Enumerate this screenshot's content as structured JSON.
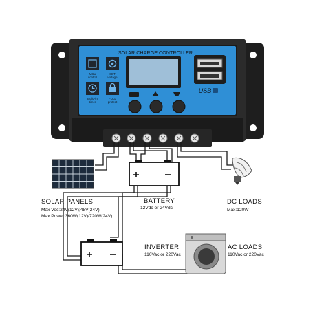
{
  "controller": {
    "title": "SOLAR CHARGE CONTROLLER",
    "btn_mcu": [
      "MCU",
      "control"
    ],
    "btn_set": [
      "SET",
      "voltage"
    ],
    "btn_timer": [
      "Build-in",
      "timer"
    ],
    "btn_full": [
      "FULL",
      "protect"
    ],
    "usb_label": "USB"
  },
  "solar_panels": {
    "title": "SOLAR  PANELS",
    "spec_voc": "Max  Voc:24V(12V);48V(24V);",
    "spec_power": "Max  Power:360W(12V)/720W(24V)"
  },
  "battery": {
    "title": "BATTERY",
    "spec": "12Vdc  or  24Vdc"
  },
  "dc_loads": {
    "title": "DC LOADS",
    "spec": "Max:120W"
  },
  "inverter": {
    "title": "INVERTER",
    "spec": "110Vac  or  220Vac"
  },
  "ac_loads": {
    "title": "AC  LOADS",
    "spec": "110Vac  or  220Vac"
  },
  "colors": {
    "panel_blue": "#2f8fd6",
    "body": "#2b2b2b",
    "lcd": "#9fbfd8"
  }
}
